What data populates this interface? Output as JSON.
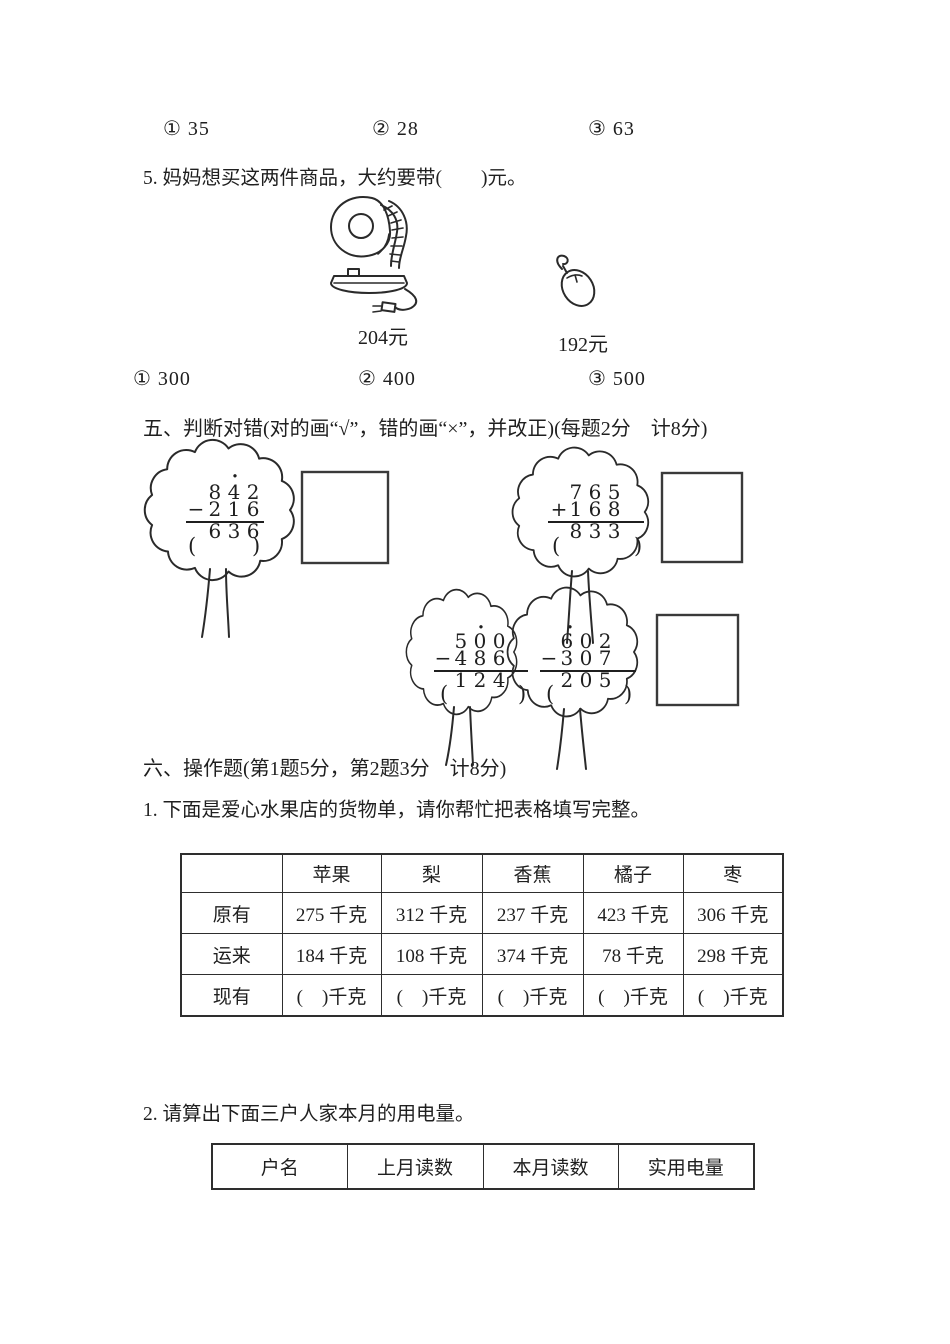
{
  "colors": {
    "ink": "#1f1f1f",
    "line": "#2a2a2a",
    "paper": "#ffffff"
  },
  "q4_options": {
    "o1": "① 35",
    "o2": "② 28",
    "o3": "③ 63"
  },
  "q5": {
    "text": "5. 妈妈想买这两件商品，大约要带(　　)元。",
    "lamp_price": "204元",
    "mouse_price": "192元",
    "options": {
      "o1": "① 300",
      "o2": "② 400",
      "o3": "③ 500"
    }
  },
  "five": {
    "heading": "五、判断对错(对的画“√”，错的画“×”，并改正)(每题2分　计8分)",
    "dot": "·",
    "paren_open": "(",
    "paren_close": ")",
    "problems": [
      {
        "top": "8 4 2",
        "op": "−",
        "second": "2 1 6",
        "result": "6 3 6"
      },
      {
        "top": "7 6 5",
        "op": "+",
        "second": "1 6 8",
        "result": "8 3 3"
      },
      {
        "top": "5 0 0",
        "op": "−",
        "second": "4 8 6",
        "result": "1 2 4"
      },
      {
        "top": "6 0 2",
        "op": "−",
        "second": "3 0 7",
        "result": "2 0 5"
      }
    ]
  },
  "six": {
    "heading": "六、操作题(第1题5分，第2题3分　计8分)",
    "q1": {
      "text": "1. 下面是爱心水果店的货物单，请你帮忙把表格填写完整。",
      "table": {
        "headers": [
          "",
          "苹果",
          "梨",
          "香蕉",
          "橘子",
          "枣"
        ],
        "rows": [
          [
            "原有",
            "275 千克",
            "312 千克",
            "237 千克",
            "423 千克",
            "306 千克"
          ],
          [
            "运来",
            "184 千克",
            "108 千克",
            "374 千克",
            "78 千克",
            "298 千克"
          ],
          [
            "现有",
            "(　)千克",
            "(　)千克",
            "(　)千克",
            "(　)千克",
            "(　)千克"
          ]
        ]
      }
    },
    "q2": {
      "text": "2. 请算出下面三户人家本月的用电量。",
      "table": {
        "headers": [
          "户名",
          "上月读数",
          "本月读数",
          "实用电量"
        ]
      }
    }
  }
}
